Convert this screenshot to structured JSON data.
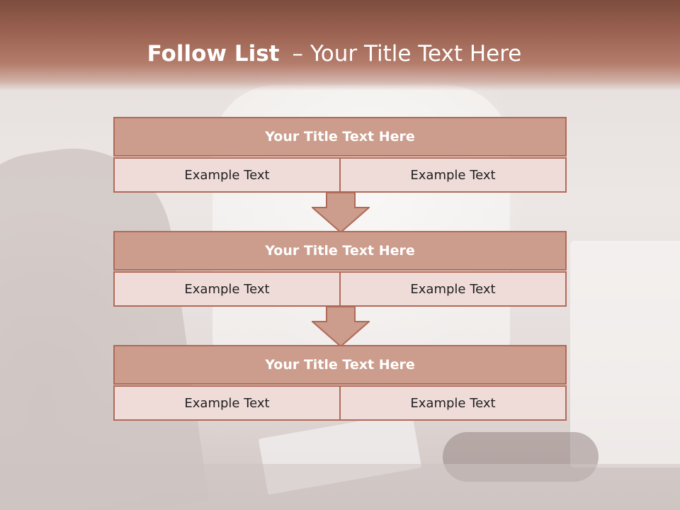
{
  "title": {
    "bold": "Follow List",
    "dash": "–",
    "rest": "Your Title Text Here"
  },
  "stages": [
    {
      "title": "Your Title Text Here",
      "left": "Example Text",
      "right": "Example Text"
    },
    {
      "title": "Your Title Text Here",
      "left": "Example Text",
      "right": "Example Text"
    },
    {
      "title": "Your Title Text Here",
      "left": "Example Text",
      "right": "Example Text"
    }
  ],
  "colors": {
    "header": "#9a6151",
    "box_fill": "#cc9c8c",
    "box_border": "#b06a58",
    "cell_fill": "#efdcd8"
  }
}
